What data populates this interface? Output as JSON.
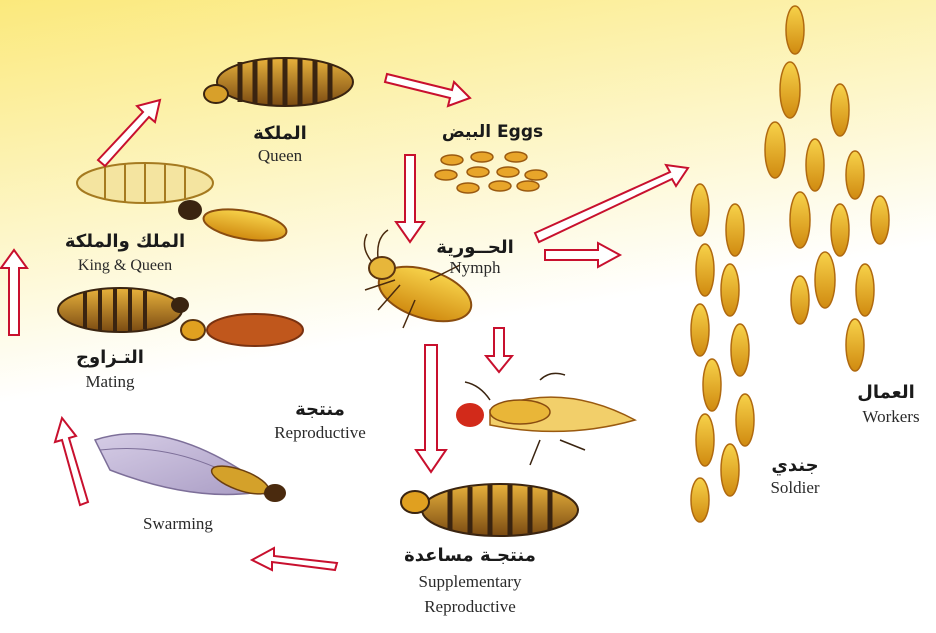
{
  "labels": {
    "queen_ar": "الملكة",
    "queen_en": "Queen",
    "eggs": "البيض Eggs",
    "nymph_ar": "الحــورية",
    "nymph_en": "Nymph",
    "king_queen_ar": "الملك والملكة",
    "king_queen_en": "King & Queen",
    "mating_ar": "التـزاوج",
    "mating_en": "Mating",
    "reproductive_ar": "منتجة",
    "reproductive_en": "Reproductive",
    "swarming": "Swarming",
    "supplementary_ar": "منتجـة مساعدة",
    "supplementary_en_1": "Supplementary",
    "supplementary_en_2": "Reproductive",
    "soldier_ar": "جندي",
    "soldier_en": "Soldier",
    "workers_ar": "العمال",
    "workers_en": "Workers"
  },
  "colors": {
    "arrow_outline": "#c8102e",
    "arrow_fill": "#ffffff",
    "background_top": "#fbe97c",
    "background_bottom": "#ffffff",
    "insect_body": "#e0a818",
    "insect_dark": "#6b3f10",
    "queen_band": "#3a2410"
  }
}
